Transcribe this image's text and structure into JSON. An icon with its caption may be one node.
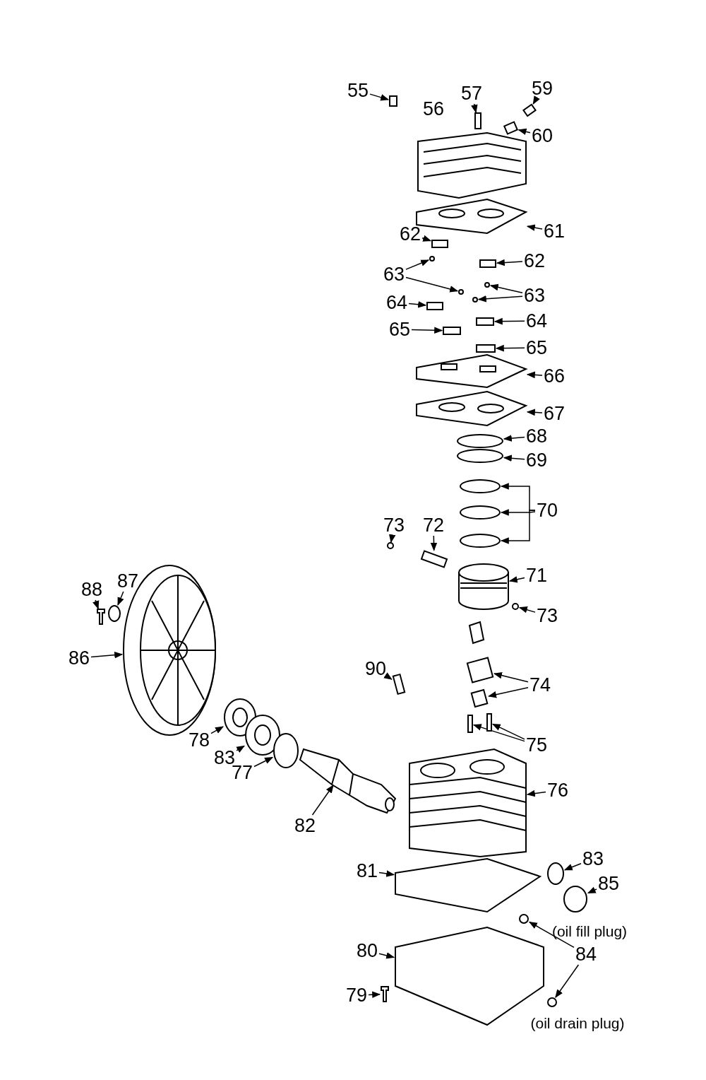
{
  "diagram": {
    "nodes": [
      {
        "text": [
          "55"
        ]
      },
      {
        "text": [
          "56"
        ]
      },
      {
        "text": [
          "57"
        ]
      },
      {
        "text": [
          "59"
        ]
      },
      {
        "text": [
          "60"
        ]
      },
      {
        "text": [
          "61"
        ]
      },
      {
        "text": [
          "62"
        ]
      },
      {
        "text": [
          "62"
        ]
      },
      {
        "text": [
          "63"
        ]
      },
      {
        "text": [
          "63"
        ]
      },
      {
        "text": [
          "64"
        ]
      },
      {
        "text": [
          "64"
        ]
      },
      {
        "text": [
          "65"
        ]
      },
      {
        "text": [
          "65"
        ]
      },
      {
        "text": [
          "66"
        ]
      },
      {
        "text": [
          "67"
        ]
      },
      {
        "text": [
          "68"
        ]
      },
      {
        "text": [
          "69"
        ]
      },
      {
        "text": [
          "70"
        ]
      },
      {
        "text": [
          "73"
        ]
      },
      {
        "text": [
          "72"
        ]
      },
      {
        "text": [
          "71"
        ]
      },
      {
        "text": [
          "73"
        ]
      },
      {
        "text": [
          "88"
        ]
      },
      {
        "text": [
          "87"
        ]
      },
      {
        "text": [
          "86"
        ]
      },
      {
        "text": [
          "90"
        ]
      },
      {
        "text": [
          "74"
        ]
      },
      {
        "text": [
          "78"
        ]
      },
      {
        "text": [
          "75"
        ]
      },
      {
        "text": [
          "83"
        ]
      },
      {
        "text": [
          "77"
        ]
      },
      {
        "text": [
          "76"
        ]
      },
      {
        "text": [
          "82"
        ]
      },
      {
        "text": [
          "81"
        ]
      },
      {
        "text": [
          "83"
        ]
      },
      {
        "text": [
          "85"
        ]
      },
      {
        "text": [
          "80"
        ]
      },
      {
        "text": [
          "84"
        ]
      },
      {
        "text": [
          "79"
        ]
      },
      {
        "text": [],
        "shape": "box"
      },
      {
        "text": [],
        "shape": "box"
      },
      {
        "text": [],
        "shape": "box"
      },
      {
        "text": [],
        "shape": "box"
      },
      {
        "text": [],
        "shape": "picture"
      },
      {
        "text": [],
        "shape": "box"
      },
      {
        "text": [],
        "shape": "box"
      },
      {
        "text": [],
        "shape": "circle"
      },
      {
        "text": [],
        "shape": "circle"
      },
      {
        "text": [],
        "shape": "circle"
      },
      {
        "text": [],
        "shape": "circle"
      },
      {
        "text": [],
        "shape": "box"
      },
      {
        "text": [],
        "shape": "box"
      },
      {
        "text": [],
        "shape": "box"
      },
      {
        "text": [],
        "shape": "box"
      },
      {
        "text": [],
        "shape": "picture"
      },
      {
        "text": [],
        "shape": "picture"
      },
      {
        "text": [],
        "shape": "circle"
      },
      {
        "text": [],
        "shape": "circle"
      },
      {
        "text": [],
        "shape": "circle"
      },
      {
        "text": [],
        "shape": "circle"
      },
      {
        "text": [],
        "shape": "circle"
      },
      {
        "text": [],
        "shape": "circle"
      },
      {
        "text": [],
        "shape": "box"
      },
      {
        "text": [],
        "shape": "picture"
      },
      {
        "text": [],
        "shape": "circle"
      },
      {
        "text": [],
        "shape": "bolt"
      },
      {
        "text": [],
        "shape": "circle"
      },
      {
        "text": [],
        "shape": "picture"
      },
      {
        "text": [],
        "shape": "box"
      },
      {
        "text": [],
        "shape": "box"
      },
      {
        "text": [],
        "shape": "box"
      },
      {
        "text": [],
        "shape": "picture"
      },
      {
        "text": [],
        "shape": "box"
      },
      {
        "text": [],
        "shape": "box"
      },
      {
        "text": [],
        "shape": "picture"
      },
      {
        "text": [],
        "shape": "circle"
      },
      {
        "text": [],
        "shape": "picture"
      },
      {
        "text": [],
        "shape": "picture"
      },
      {
        "text": [],
        "shape": "picture"
      },
      {
        "text": [],
        "shape": "circle"
      },
      {
        "text": [],
        "shape": "circle"
      },
      {
        "text": [],
        "shape": "picture"
      },
      {
        "text": [],
        "shape": "circle"
      },
      {
        "text": [],
        "shape": "circle"
      },
      {
        "text": [],
        "shape": "bolt"
      }
    ],
    "edges": [
      {
        "from": 0,
        "to": 40,
        "arrow": "to"
      },
      {
        "from": 2,
        "to": 41,
        "arrow": "to"
      },
      {
        "from": 3,
        "to": 42,
        "arrow": "to"
      },
      {
        "from": 4,
        "to": 43,
        "arrow": "to"
      },
      {
        "from": 5,
        "to": 44,
        "arrow": "to"
      },
      {
        "from": 6,
        "to": 45,
        "arrow": "to"
      },
      {
        "from": 7,
        "to": 46,
        "arrow": "to"
      },
      {
        "from": 8,
        "to": 47,
        "arrow": "to"
      },
      {
        "from": 8,
        "to": 48,
        "arrow": "to"
      },
      {
        "from": 9,
        "to": 49,
        "arrow": "to"
      },
      {
        "from": 9,
        "to": 50,
        "arrow": "to"
      },
      {
        "from": 10,
        "to": 51,
        "arrow": "to"
      },
      {
        "from": 11,
        "to": 52,
        "arrow": "to"
      },
      {
        "from": 12,
        "to": 53,
        "arrow": "to"
      },
      {
        "from": 13,
        "to": 54,
        "arrow": "to"
      },
      {
        "from": 14,
        "to": 55,
        "arrow": "to"
      },
      {
        "from": 15,
        "to": 56,
        "arrow": "to"
      },
      {
        "from": 16,
        "to": 57,
        "arrow": "to"
      },
      {
        "from": 17,
        "to": 58,
        "arrow": "to"
      },
      {
        "from": 18,
        "to": 59,
        "arrow": "to"
      },
      {
        "from": 18,
        "to": 60,
        "arrow": "to"
      },
      {
        "from": 18,
        "to": 61,
        "arrow": "to"
      },
      {
        "from": 19,
        "to": 62,
        "arrow": "to"
      },
      {
        "from": 20,
        "to": 63,
        "arrow": "to"
      },
      {
        "from": 21,
        "to": 64,
        "arrow": "to"
      },
      {
        "from": 22,
        "to": 65,
        "arrow": "to"
      },
      {
        "from": 23,
        "to": 66,
        "arrow": "to"
      },
      {
        "from": 24,
        "to": 67,
        "arrow": "to"
      },
      {
        "from": 25,
        "to": 68,
        "arrow": "to"
      },
      {
        "from": 26,
        "to": 69,
        "arrow": "to"
      },
      {
        "from": 27,
        "to": 70,
        "arrow": "to"
      },
      {
        "from": 27,
        "to": 71,
        "arrow": "to"
      },
      {
        "from": 28,
        "to": 72,
        "arrow": "to"
      },
      {
        "from": 29,
        "to": 73,
        "arrow": "to"
      },
      {
        "from": 29,
        "to": 74,
        "arrow": "to"
      },
      {
        "from": 30,
        "to": 75,
        "arrow": "to"
      },
      {
        "from": 31,
        "to": 76,
        "arrow": "to"
      },
      {
        "from": 32,
        "to": 77,
        "arrow": "to"
      },
      {
        "from": 33,
        "to": 78,
        "arrow": "to"
      },
      {
        "from": 34,
        "to": 79,
        "arrow": "to"
      },
      {
        "from": 35,
        "to": 80,
        "arrow": "to"
      },
      {
        "from": 36,
        "to": 81,
        "arrow": "to"
      },
      {
        "from": 37,
        "to": 82,
        "arrow": "to"
      },
      {
        "from": 38,
        "to": 83,
        "arrow": "to"
      },
      {
        "from": 38,
        "to": 84,
        "arrow": "to"
      },
      {
        "from": 39,
        "to": 85,
        "arrow": "to"
      }
    ],
    "labels": [
      "(oil fill plug)",
      "(oil drain plug)"
    ]
  }
}
